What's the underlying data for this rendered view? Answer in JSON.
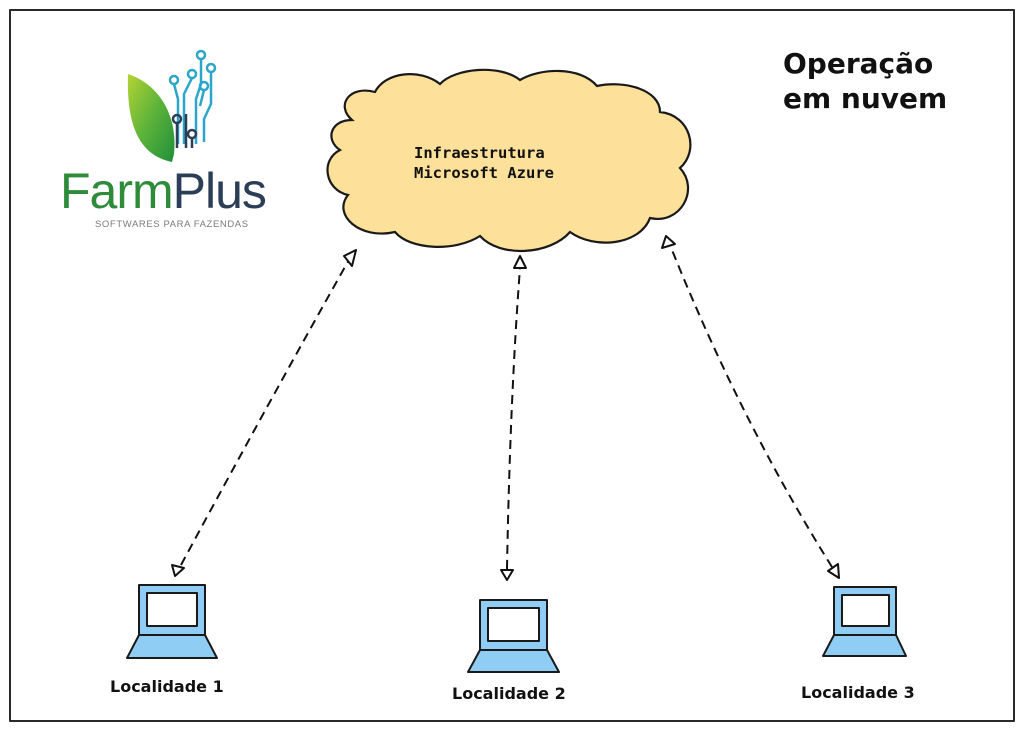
{
  "title": {
    "line1": "Operação",
    "line2": "em nuvem"
  },
  "logo": {
    "brand_part1": "Farm",
    "brand_part2": "Plus",
    "tagline": "SOFTWARES PARA FAZENDAS",
    "colors": {
      "green": "#2e8b3a",
      "navy": "#2c3e57",
      "circuit": "#2aa6c9"
    }
  },
  "cloud": {
    "line1": "Infraestrutura",
    "line2": "Microsoft Azure",
    "fill": "#fde19a",
    "icon": "cloud-icon"
  },
  "locations": [
    {
      "label": "Localidade 1",
      "icon": "laptop-icon"
    },
    {
      "label": "Localidade 2",
      "icon": "laptop-icon"
    },
    {
      "label": "Localidade 3",
      "icon": "laptop-icon"
    }
  ],
  "connections": [
    {
      "from": "Localidade 1",
      "to": "Infraestrutura Microsoft Azure",
      "style": "dashed",
      "direction": "bidirectional"
    },
    {
      "from": "Localidade 2",
      "to": "Infraestrutura Microsoft Azure",
      "style": "dashed",
      "direction": "bidirectional"
    },
    {
      "from": "Localidade 3",
      "to": "Infraestrutura Microsoft Azure",
      "style": "dashed",
      "direction": "bidirectional"
    }
  ],
  "colors": {
    "laptop_fill": "#8fcdf4",
    "laptop_screen": "#ffffff",
    "stroke": "#1a1a1a"
  }
}
